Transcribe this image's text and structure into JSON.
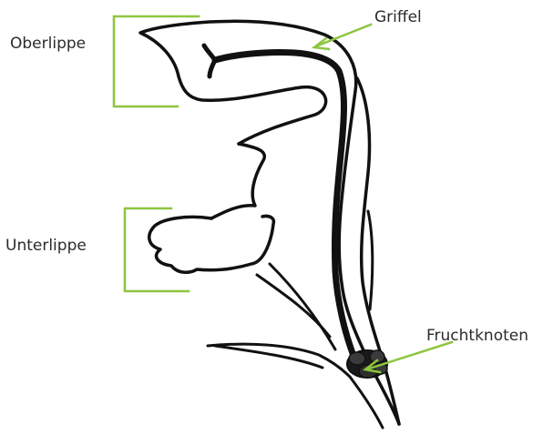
{
  "diagram": {
    "labels": {
      "upper_lip": "Oberlippe",
      "lower_lip": "Unterlippe",
      "style": "Griffel",
      "ovary": "Fruchtknoten"
    },
    "colors": {
      "annotation": "#8dc63f",
      "ink": "#111111",
      "text": "#2b2b2b"
    }
  }
}
